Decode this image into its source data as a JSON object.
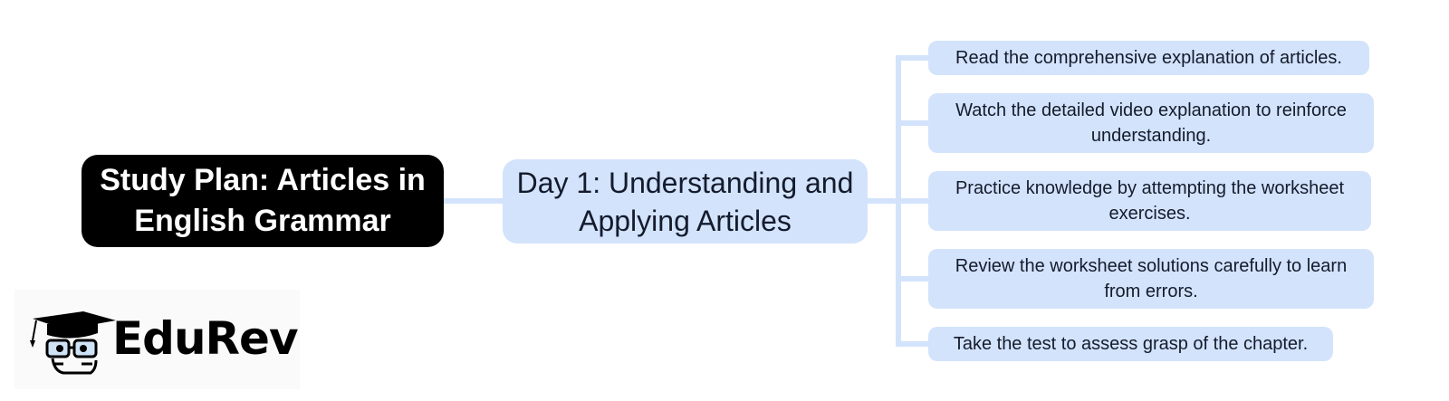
{
  "diagram": {
    "root": {
      "label": "Study Plan: Articles in English Grammar"
    },
    "day": {
      "label": "Day 1: Understanding and Applying Articles"
    },
    "tasks": [
      {
        "label": "Read the comprehensive explanation of articles."
      },
      {
        "label": "Watch the detailed video explanation to reinforce understanding."
      },
      {
        "label": "Practice knowledge by attempting the worksheet exercises."
      },
      {
        "label": "Review the worksheet solutions carefully to learn from errors."
      },
      {
        "label": "Take the test to assess grasp of the chapter."
      }
    ]
  },
  "logo": {
    "text": "EduRev",
    "icon": "graduation-cap-mascot-icon"
  },
  "colors": {
    "root_fill": "#000000",
    "root_text": "#ffffff",
    "node_fill": "#d3e3fb",
    "node_text": "#141b2d",
    "connector": "#d3e3fb"
  }
}
